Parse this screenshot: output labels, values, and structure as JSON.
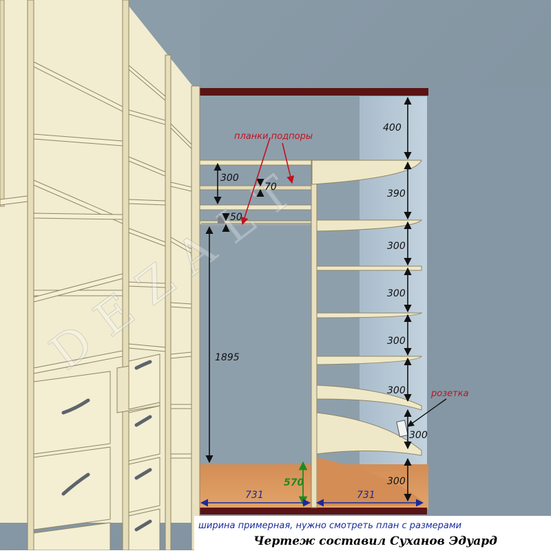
{
  "labels": {
    "support_strips": "планки подпоры",
    "socket": "розетка",
    "width_note": "ширина примерная, нужно смотреть план с размерами",
    "author": "Чертеж составил Суханов Эдуард",
    "watermark": "DEZALT"
  },
  "dimensions": {
    "right_column": [
      "400",
      "390",
      "300",
      "300",
      "300",
      "300",
      "300",
      "300"
    ],
    "upper_shelf_gap": "300",
    "strip_70": "70",
    "strip_50": "50",
    "rod_height": "1895",
    "lower_height": "570",
    "width_left": "731",
    "width_right": "731"
  },
  "colors": {
    "wall": "#8a9ba8",
    "furniture": "#efe8c8",
    "floor": "#d9955a",
    "plinth": "#5a1414",
    "dimension_line": "#111111",
    "note_red": "#c1121f",
    "note_blue": "#1a2a9a",
    "note_green": "#1f8a1f"
  }
}
